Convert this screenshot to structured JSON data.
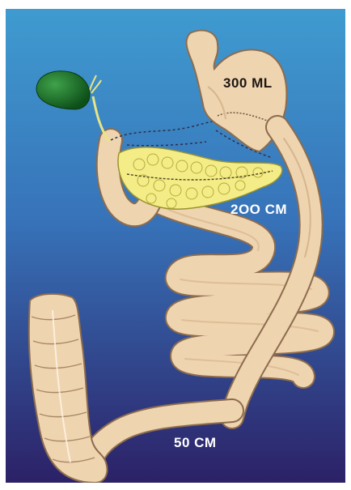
{
  "labels": {
    "stomach_volume": "300 ML",
    "alimentary_limb": "2OO CM",
    "common_channel": "50 CM"
  },
  "colors": {
    "background_top": "#3f9bd0",
    "background_bottom": "#2c2167",
    "bowel_tan": "#efd4b0",
    "bowel_outline": "#8c6c4e",
    "pancreas_yellow": "#f4ec86",
    "gallbladder_green": "#1f7a2c"
  }
}
